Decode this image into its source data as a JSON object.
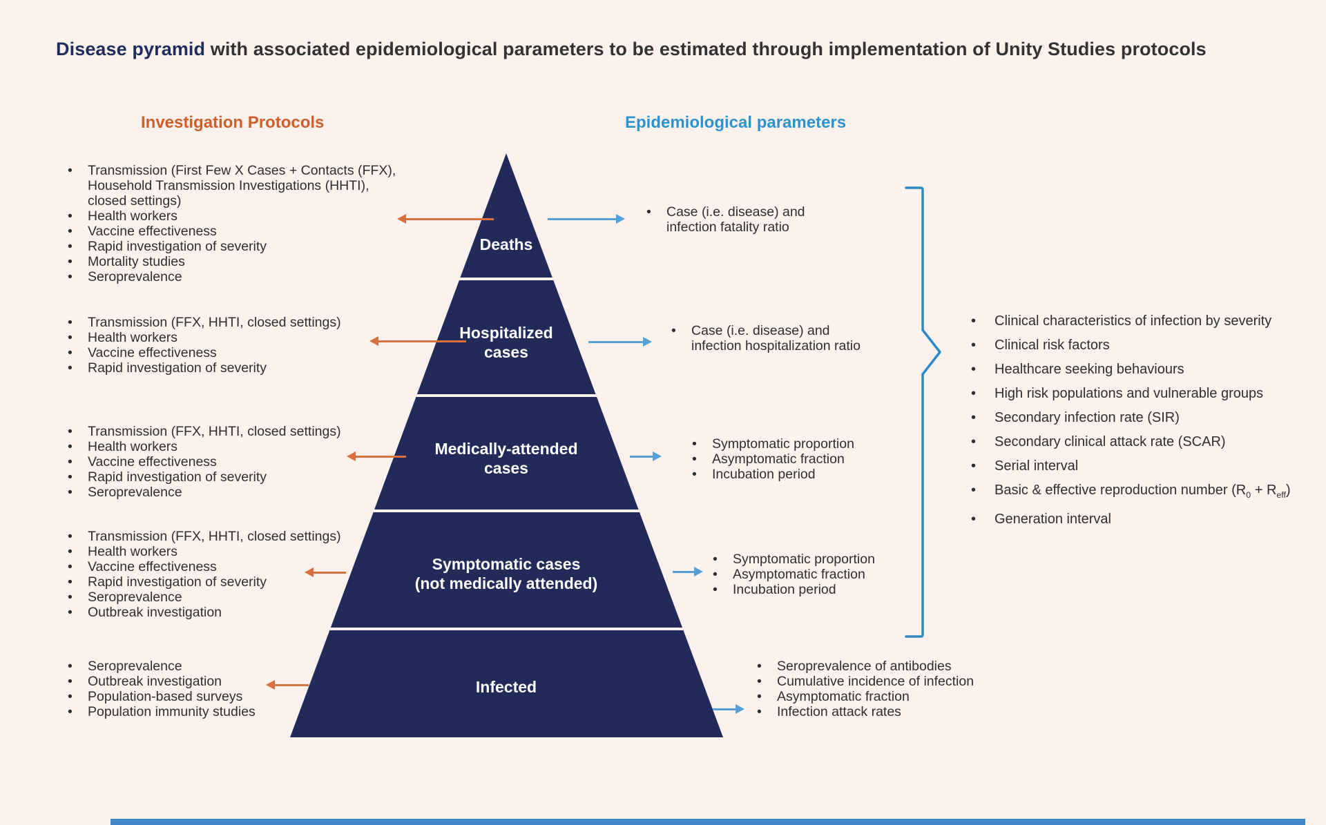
{
  "title": {
    "highlight": "Disease pyramid",
    "rest": " with associated epidemiological parameters to be estimated through implementation of Unity Studies protocols"
  },
  "columns": {
    "investigation_header": "Investigation Protocols",
    "parameters_header": "Epidemiological parameters"
  },
  "pyramid": {
    "levels": [
      {
        "label": "Deaths",
        "investigation_protocols": [
          "Transmission (First Few X Cases + Contacts (FFX),\nHousehold Transmission Investigations (HHTI),\nclosed settings)",
          "Health workers",
          "Vaccine effectiveness",
          "Rapid investigation of severity",
          "Mortality studies",
          "Seroprevalence"
        ],
        "epidemiological_parameters": [
          "Case (i.e. disease) and\ninfection fatality ratio"
        ]
      },
      {
        "label": "Hospitalized\ncases",
        "investigation_protocols": [
          "Transmission (FFX, HHTI, closed settings)",
          "Health workers",
          "Vaccine effectiveness",
          "Rapid investigation of severity"
        ],
        "epidemiological_parameters": [
          "Case (i.e. disease) and\ninfection hospitalization ratio"
        ]
      },
      {
        "label": "Medically-attended\ncases",
        "investigation_protocols": [
          "Transmission (FFX, HHTI, closed settings)",
          "Health workers",
          "Vaccine effectiveness",
          "Rapid investigation of severity",
          "Seroprevalence"
        ],
        "epidemiological_parameters": [
          "Symptomatic proportion",
          "Asymptomatic fraction",
          "Incubation period"
        ]
      },
      {
        "label": "Symptomatic cases\n(not medically attended)",
        "investigation_protocols": [
          "Transmission (FFX, HHTI, closed settings)",
          "Health workers",
          "Vaccine effectiveness",
          "Rapid investigation of severity",
          "Seroprevalence",
          "Outbreak investigation"
        ],
        "epidemiological_parameters": [
          "Symptomatic proportion",
          "Asymptomatic fraction",
          "Incubation period"
        ]
      },
      {
        "label": "Infected",
        "investigation_protocols": [
          "Seroprevalence",
          "Outbreak investigation",
          "Population-based surveys",
          "Population immunity studies"
        ],
        "epidemiological_parameters": [
          "Seroprevalence of antibodies",
          "Cumulative incidence of infection",
          "Asymptomatic fraction",
          "Infection attack rates"
        ]
      }
    ]
  },
  "shared_parameters": {
    "items": [
      "Clinical characteristics of infection by severity",
      "Clinical risk factors",
      "Healthcare seeking behaviours",
      "High risk populations and vulnerable groups",
      "Secondary infection rate (SIR)",
      "Secondary clinical attack rate (SCAR)",
      "Serial interval",
      "Basic & effective reproduction number (R~0~ + R~eff~)",
      "Generation interval"
    ]
  },
  "colors": {
    "background": "#FBF2EE",
    "pyramid_navy": "#212A58",
    "header_orange": "#CE5F2A",
    "header_blue": "#2E93CC",
    "arrow_orange": "#D9713F",
    "arrow_blue": "#54A0D8",
    "brace_blue": "#2E88C6",
    "footer_blue": "#4186C6",
    "body_text": "#2E2E2E",
    "level_label_text": "#FFFFFF"
  }
}
